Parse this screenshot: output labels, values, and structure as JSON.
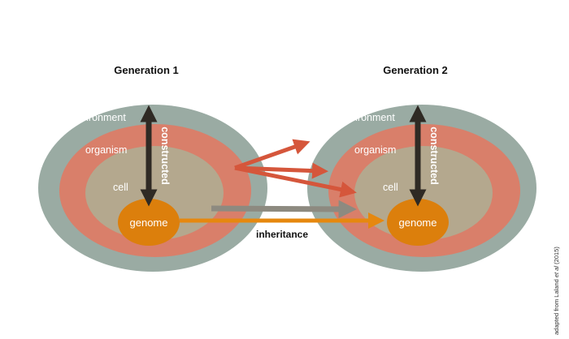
{
  "colors": {
    "environment": "#9aaba3",
    "organism": "#d97f6a",
    "cell": "#b4a88e",
    "genome": "#dc7f0c",
    "constructed_arrow": "#2f2a24",
    "niche_arrow": "#d5563b",
    "gray_arrow": "#8d8a80",
    "inheritance_arrow": "#e6880f",
    "title_text": "#111111",
    "label_text": "#ffffff"
  },
  "generations": [
    {
      "title": "Generation 1",
      "layers": {
        "environment": "environment",
        "organism": "organism",
        "cell": "cell",
        "genome": "genome"
      },
      "constructed": "constructed"
    },
    {
      "title": "Generation 2",
      "layers": {
        "environment": "environment",
        "organism": "organism",
        "cell": "cell",
        "genome": "genome"
      },
      "constructed": "constructed"
    }
  ],
  "inheritance": {
    "label": "inheritance"
  },
  "arrows": {
    "niche_construction_count": 3,
    "gray_arrow": "cell to cell",
    "inheritance_arrow": "genome to genome"
  },
  "credit": {
    "prefix": "adapted from Laland ",
    "italic": "et al",
    "suffix": " (2015)"
  }
}
